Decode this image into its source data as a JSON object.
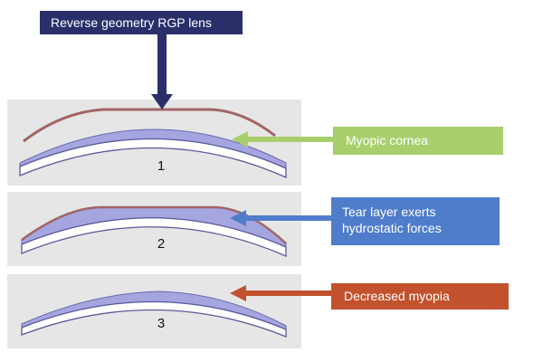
{
  "title": "Reverse geometry RGP lens",
  "steps": [
    {
      "number": "1",
      "callout_lines": [
        "Myopic cornea"
      ]
    },
    {
      "number": "2",
      "callout_lines": [
        "Tear layer exerts",
        "hydrostatic forces"
      ]
    },
    {
      "number": "3",
      "callout_lines": [
        "Decreased myopia"
      ]
    }
  ],
  "colors": {
    "title_box": "#2a2f6a",
    "title_arrow": "#2a2f6a",
    "callout_1": "#a8cf6c",
    "callout_2": "#4f7dcb",
    "callout_3": "#c2522e",
    "panel_bg": "#e6e6e6",
    "lens": "#a26565",
    "tear_layer": "#a5a5e0",
    "cornea_outline": "#5a5a9a",
    "cornea_fill": "#ffffff"
  }
}
